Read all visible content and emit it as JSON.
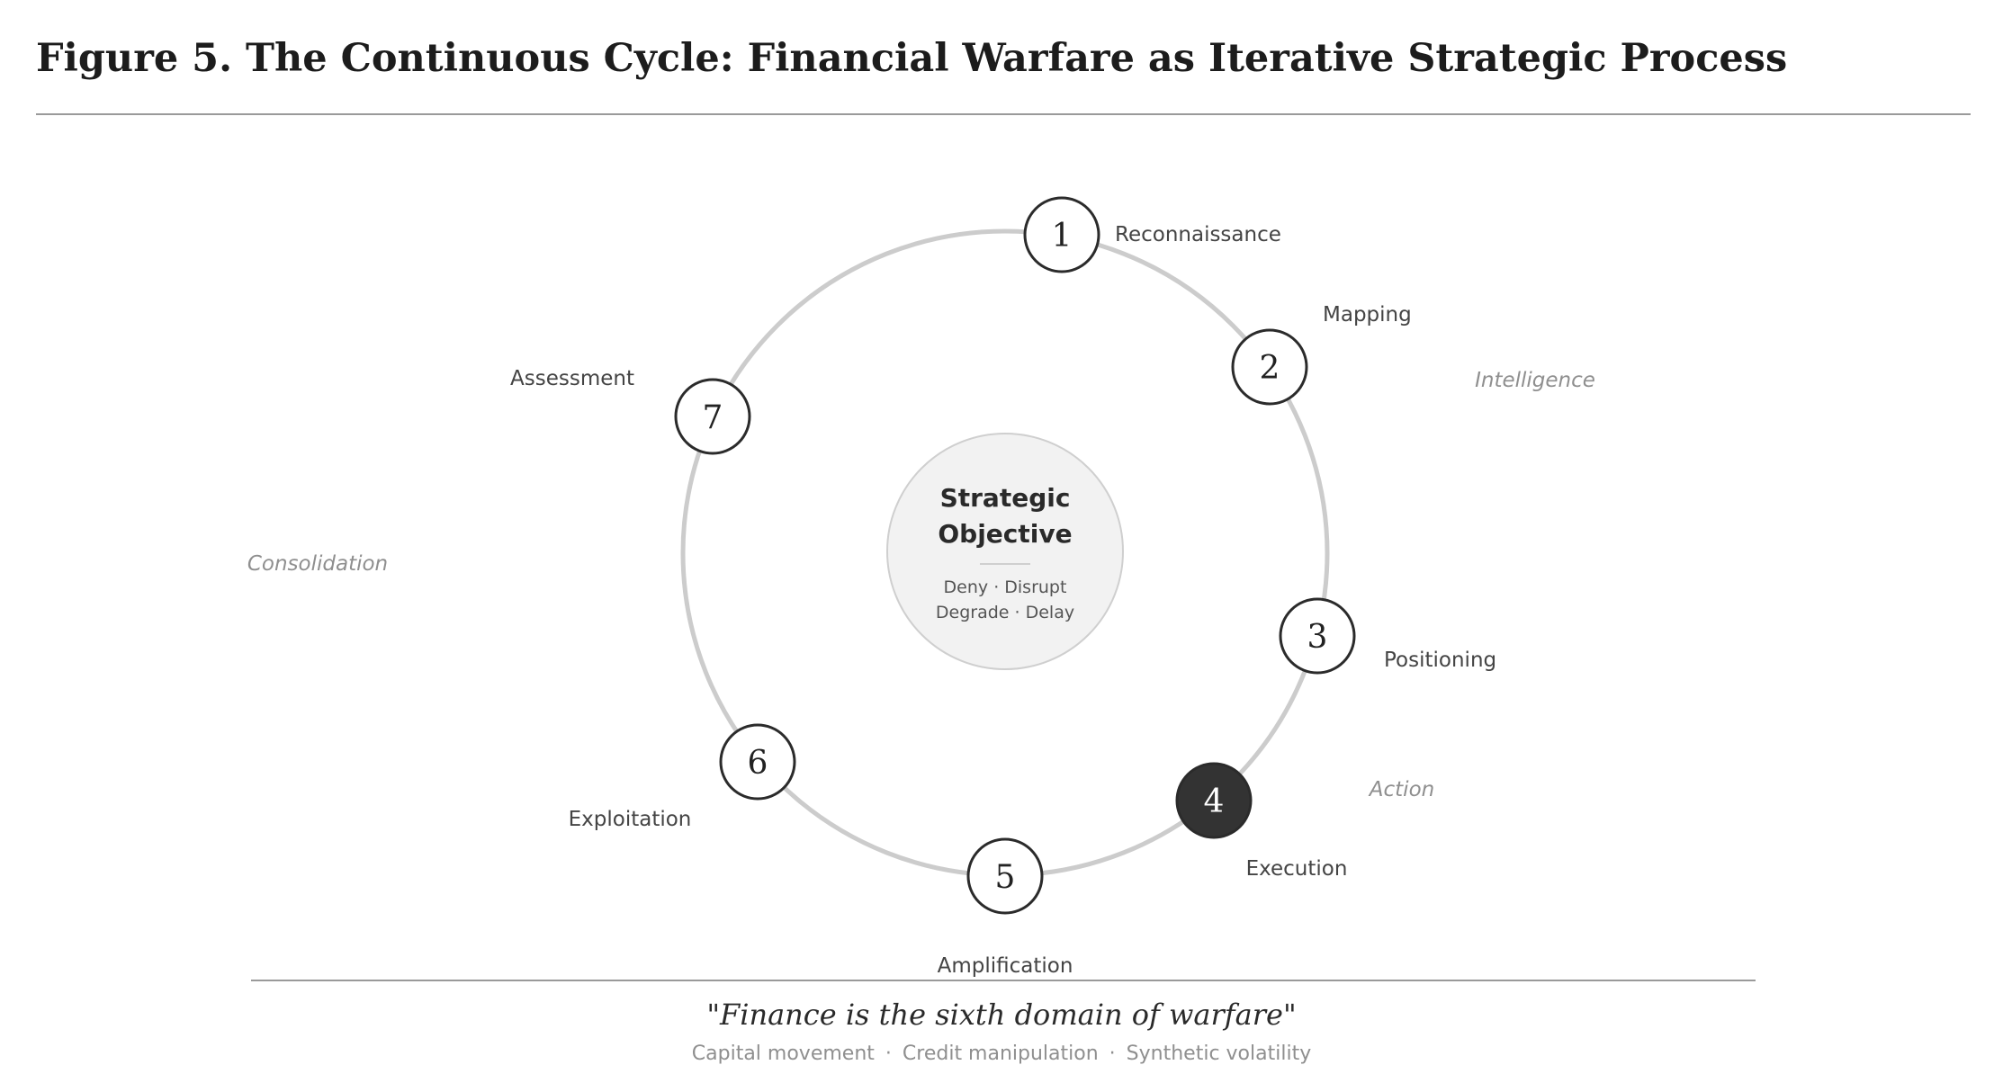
{
  "title": "Figure 5. The Continuous Cycle: Financial Warfare as Iterative Strategic Process",
  "center": {
    "title_line1": "Strategic",
    "title_line2": "Objective",
    "sub_line1": "Deny · Disrupt",
    "sub_line2": "Degrade · Delay"
  },
  "steps": [
    {
      "number": "1",
      "label": "Reconnaissance",
      "highlighted": false
    },
    {
      "number": "2",
      "label": "Mapping",
      "highlighted": false
    },
    {
      "number": "3",
      "label": "Positioning",
      "highlighted": false
    },
    {
      "number": "4",
      "label": "Execution",
      "highlighted": true
    },
    {
      "number": "5",
      "label": "Amplification",
      "highlighted": false
    },
    {
      "number": "6",
      "label": "Exploitation",
      "highlighted": false
    },
    {
      "number": "7",
      "label": "Assessment",
      "highlighted": false
    }
  ],
  "phases": [
    "Intelligence",
    "Action",
    "Consolidation"
  ],
  "quote": "\"Finance is the sixth domain of warfare\"",
  "tags": [
    "Capital movement",
    "Credit manipulation",
    "Synthetic volatility"
  ],
  "tag_separator": "·",
  "colors": {
    "ring": "#cccccc",
    "node_stroke": "#2b2b2b",
    "highlight_fill": "#333333",
    "center_fill": "#f2f2f2",
    "center_stroke": "#cfcfcf"
  }
}
